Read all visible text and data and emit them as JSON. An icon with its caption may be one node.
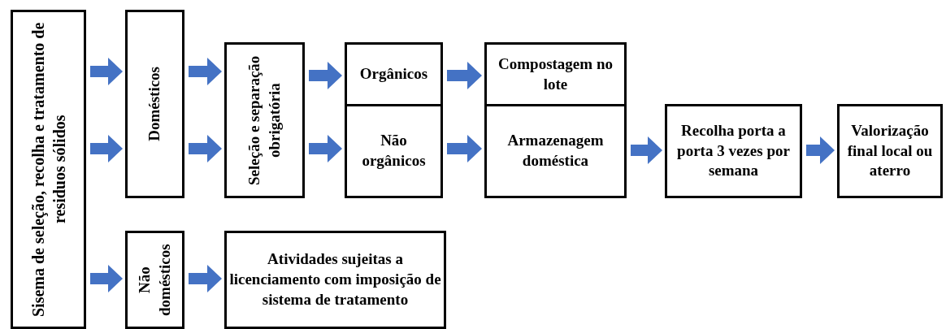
{
  "diagram": {
    "nodes": [
      {
        "text": [
          "Sisema de seleção, recolha e tratamento de residuos sólidos"
        ]
      },
      {
        "text": [
          "Domésticos"
        ]
      },
      {
        "text": [
          "Seleção e separação obrigatória"
        ]
      },
      {
        "text": [
          "Orgânicos"
        ]
      },
      {
        "text": [
          "Não orgânicos"
        ]
      },
      {
        "text": [
          "Compostagem no lote"
        ]
      },
      {
        "text": [
          "Armazenagem doméstica"
        ]
      },
      {
        "text": [
          "Recolha porta a porta 3 vezes por semana"
        ]
      },
      {
        "text": [
          "Valorização final local ou aterro"
        ]
      },
      {
        "text": [
          "Não domésticos"
        ]
      },
      {
        "text": [
          "Atividades sujeitas a licenciamento com imposição de sistema de tratamento"
        ]
      }
    ],
    "edges": [
      {
        "from": 0,
        "to": 1,
        "arrow": "to"
      },
      {
        "from": 0,
        "to": 1,
        "arrow": "to"
      },
      {
        "from": 0,
        "to": 9,
        "arrow": "to"
      },
      {
        "from": 1,
        "to": 2,
        "arrow": "to"
      },
      {
        "from": 1,
        "to": 2,
        "arrow": "to"
      },
      {
        "from": 2,
        "to": 3,
        "arrow": "to"
      },
      {
        "from": 2,
        "to": 4,
        "arrow": "to"
      },
      {
        "from": 3,
        "to": 5,
        "arrow": "to"
      },
      {
        "from": 4,
        "to": 6,
        "arrow": "to"
      },
      {
        "from": 6,
        "to": 7,
        "arrow": "to"
      },
      {
        "from": 7,
        "to": 8,
        "arrow": "to"
      },
      {
        "from": 9,
        "to": 10,
        "arrow": "to"
      }
    ]
  }
}
